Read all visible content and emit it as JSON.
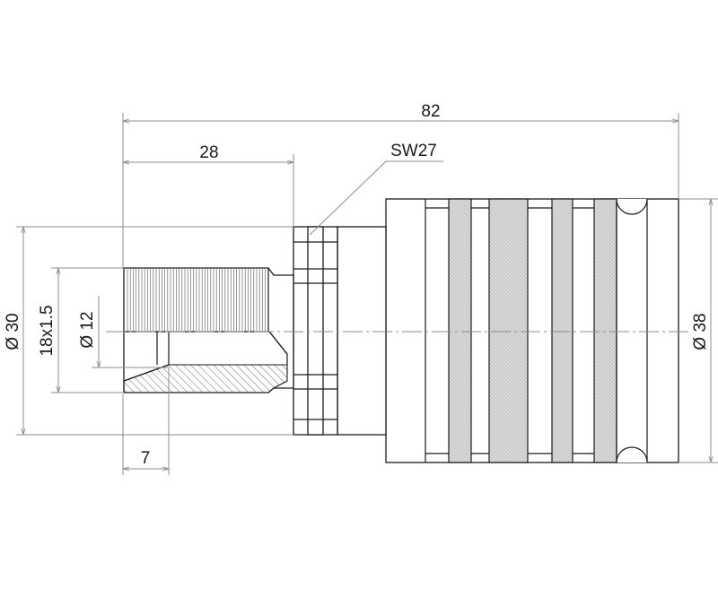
{
  "dimensions": {
    "overall_length": "82",
    "thread_length": "28",
    "wrench_size": "SW27",
    "chamfer_length": "7",
    "flange_diameter": "Ø 30",
    "thread_spec": "18x1.5",
    "bore_diameter": "Ø 12",
    "body_diameter": "Ø 38"
  },
  "colors": {
    "outline": "#1a1a1a",
    "dimension_line": "#8c8c8c",
    "knurl_fill": "#d9d9d9",
    "hatch": "#444444"
  }
}
